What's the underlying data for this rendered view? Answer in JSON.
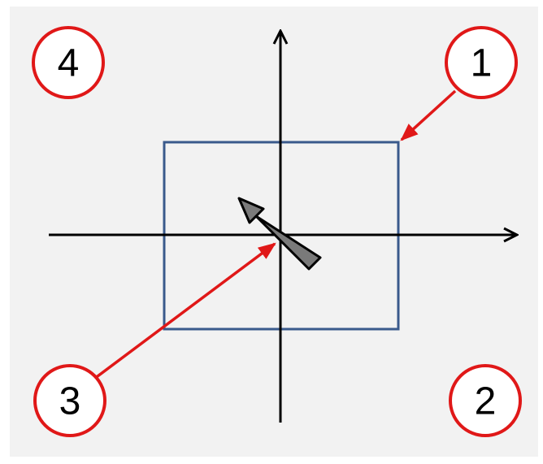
{
  "colors": {
    "background": "#f2f2f2",
    "axis": "#000000",
    "box": "#3a5a8c",
    "callout": "#e01818",
    "cursor_fill": "#7a7a7a",
    "cursor_stroke": "#000000"
  },
  "icons": {
    "cursor": "arrow-pointer-icon"
  },
  "labels": {
    "one": "1",
    "two": "2",
    "three": "3",
    "four": "4"
  }
}
